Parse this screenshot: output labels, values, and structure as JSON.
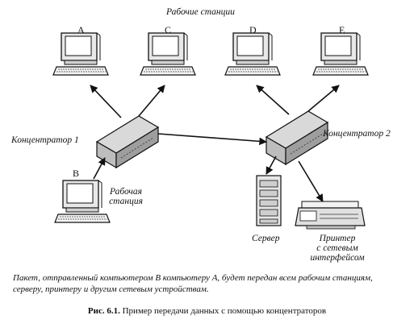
{
  "title": "Рабочие станции",
  "workstations": [
    {
      "letter": "A"
    },
    {
      "letter": "C"
    },
    {
      "letter": "D"
    },
    {
      "letter": "E"
    },
    {
      "letter": "B",
      "label_line1": "Рабочая",
      "label_line2": "станция"
    }
  ],
  "hub1_label": "Концентратор 1",
  "hub2_label": "Концентратор 2",
  "server_label": "Сервер",
  "printer_label_line1": "Принтер",
  "printer_label_line2": "с сетевым",
  "printer_label_line3": "интерфейсом",
  "note": "Пакет, отправленный компьютером B компьютеру A, будет передан всем рабочим станциям, серверу, принтеру и другим сетевым устройствам.",
  "caption_number": "Рис. 6.1.",
  "caption_text": "Пример передачи данных с помощью концентраторов"
}
